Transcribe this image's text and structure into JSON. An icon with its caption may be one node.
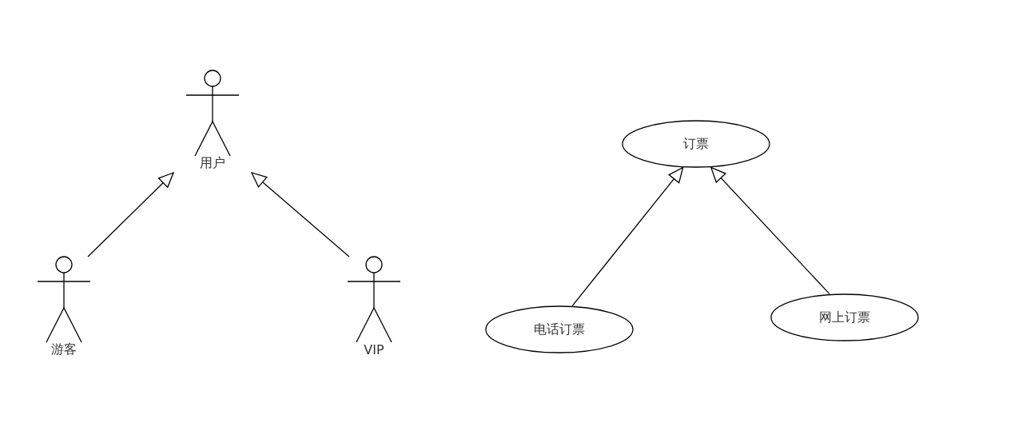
{
  "diagram": {
    "nodes": [
      {
        "text": [
          "用户"
        ]
      },
      {
        "text": [
          "游客"
        ]
      },
      {
        "text": [
          "VIP"
        ]
      },
      {
        "text": [
          "订票"
        ]
      },
      {
        "text": [
          "电话订票"
        ]
      },
      {
        "text": [
          "网上订票"
        ]
      }
    ],
    "edges": [
      {
        "from": 1,
        "to": 0,
        "arrow": "to"
      },
      {
        "from": 2,
        "to": 0,
        "arrow": "to"
      },
      {
        "from": 4,
        "to": 3,
        "arrow": "to"
      },
      {
        "from": 5,
        "to": 3,
        "arrow": "to"
      }
    ]
  }
}
